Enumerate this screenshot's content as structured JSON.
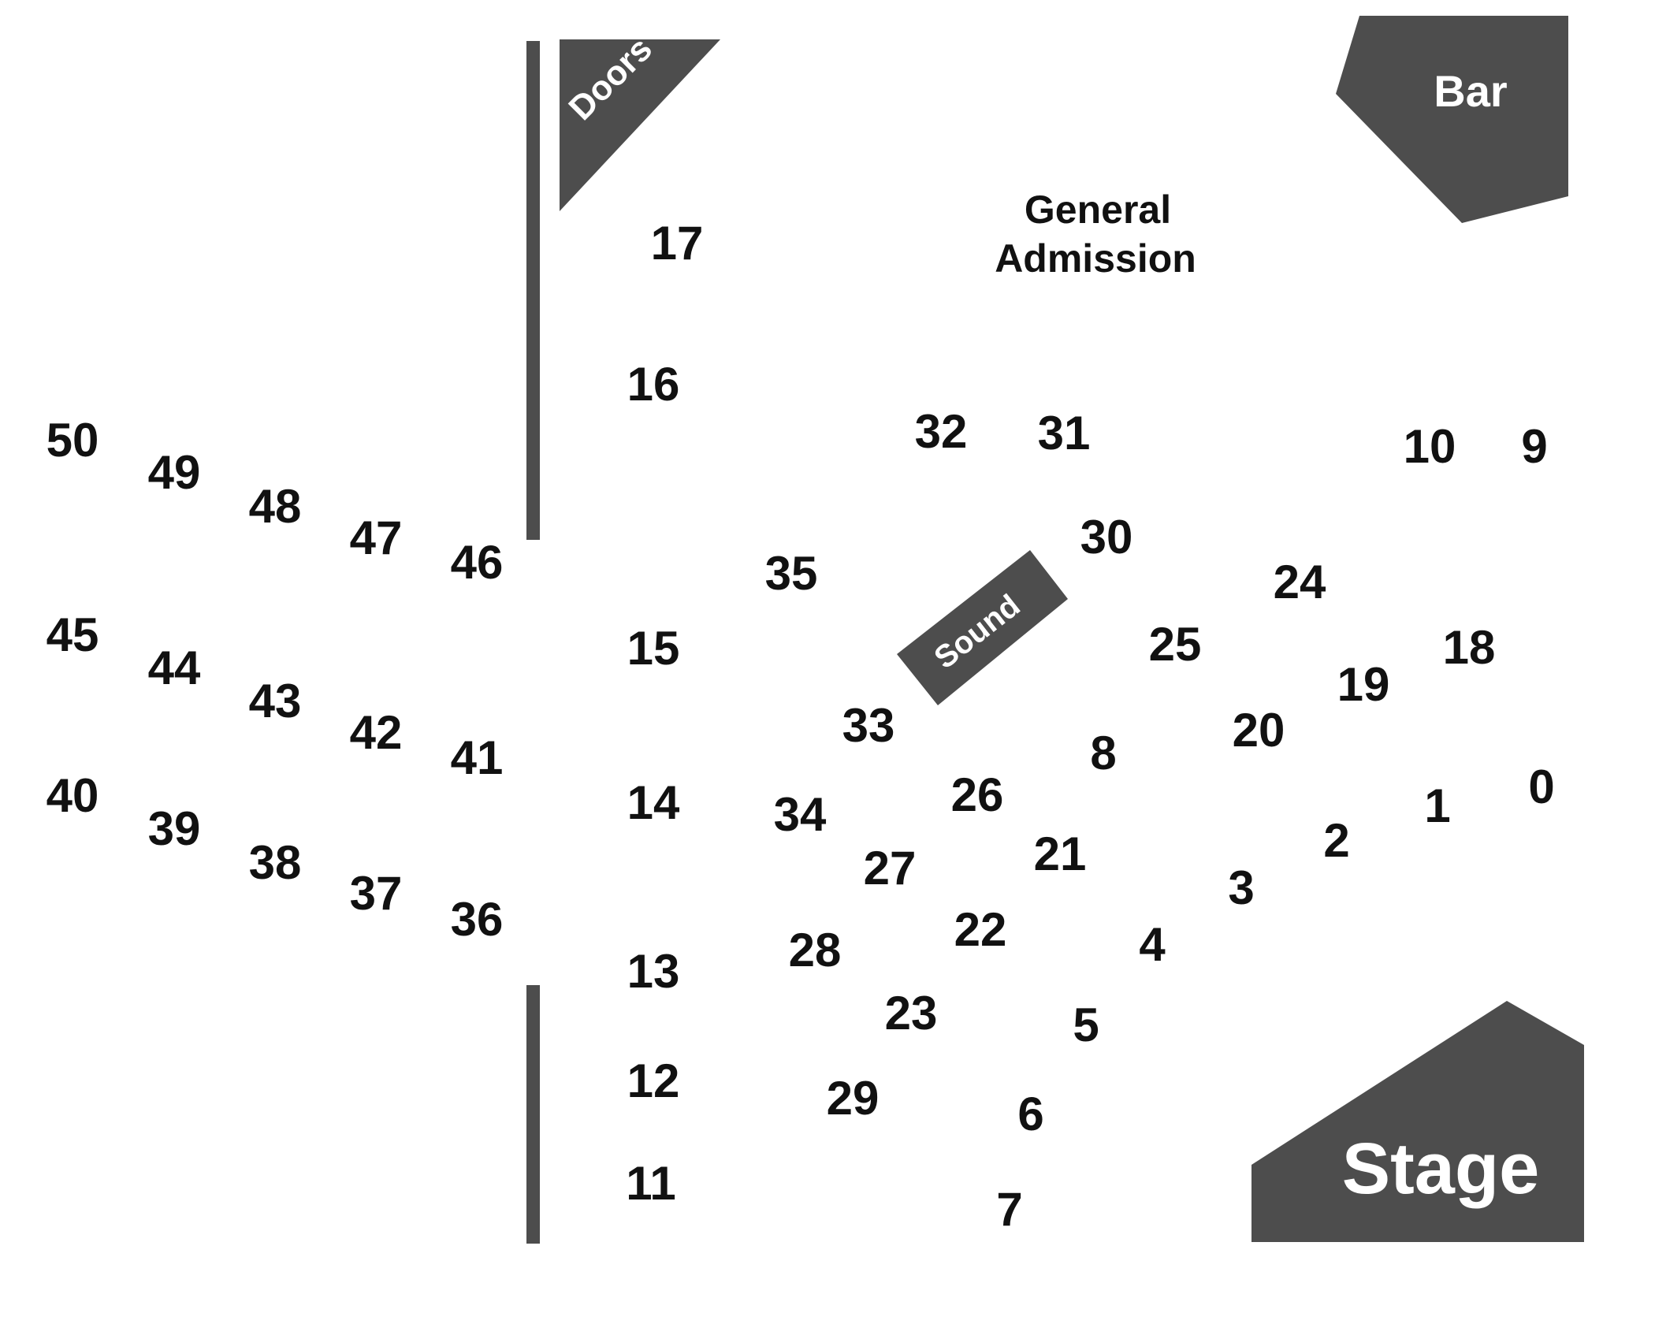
{
  "labels": {
    "doors": "Doors",
    "bar": "Bar",
    "general_admission": [
      "General",
      "Admission"
    ],
    "sound": "Sound",
    "stage": "Stage"
  },
  "colors": {
    "feature_fill": "#4d4d4d",
    "feature_text": "#ffffff",
    "number_text": "#111111",
    "background": "#ffffff"
  },
  "table_numbers": [
    "50",
    "49",
    "48",
    "47",
    "46",
    "45",
    "44",
    "43",
    "42",
    "41",
    "40",
    "39",
    "38",
    "37",
    "36",
    "17",
    "16",
    "15",
    "14",
    "13",
    "12",
    "11",
    "32",
    "31",
    "35",
    "30",
    "24",
    "25",
    "33",
    "26",
    "8",
    "27",
    "28",
    "34",
    "21",
    "22",
    "23",
    "29",
    "5",
    "6",
    "7",
    "4",
    "3",
    "2",
    "1",
    "0",
    "18",
    "19",
    "20",
    "10",
    "9"
  ]
}
